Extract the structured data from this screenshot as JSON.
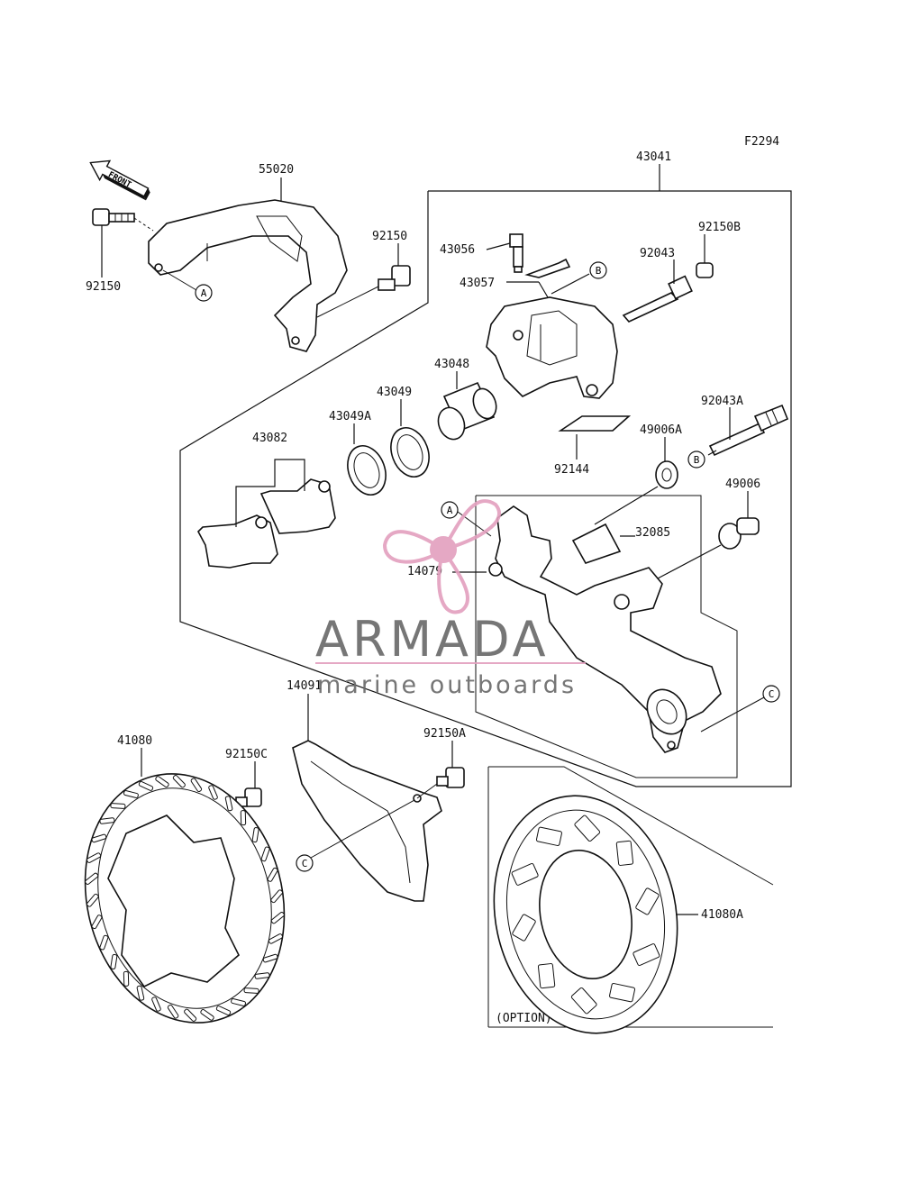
{
  "figure_code": "F2294",
  "front_label": "FRONT",
  "option_label": "(OPTION)",
  "watermark": {
    "title": "ARMADA",
    "subtitle": "marine outboards",
    "title_color": "#6b6b6b",
    "accent_color": "#e3a1bf"
  },
  "part_labels": {
    "p55020": "55020",
    "p43041": "43041",
    "p92150_left": "92150",
    "p92150_mid": "92150",
    "p92150B": "92150B",
    "p43056": "43056",
    "p92043": "92043",
    "p43057": "43057",
    "p43048": "43048",
    "p43049": "43049",
    "p43049A": "43049A",
    "p43082": "43082",
    "p92043A": "92043A",
    "p49006A": "49006A",
    "p92144": "92144",
    "p49006": "49006",
    "p32085": "32085",
    "p14079": "14079",
    "p14091": "14091",
    "p41080": "41080",
    "p92150C": "92150C",
    "p92150A": "92150A",
    "p41080A": "41080A"
  },
  "callouts": {
    "a": "A",
    "b": "B",
    "c": "C"
  }
}
